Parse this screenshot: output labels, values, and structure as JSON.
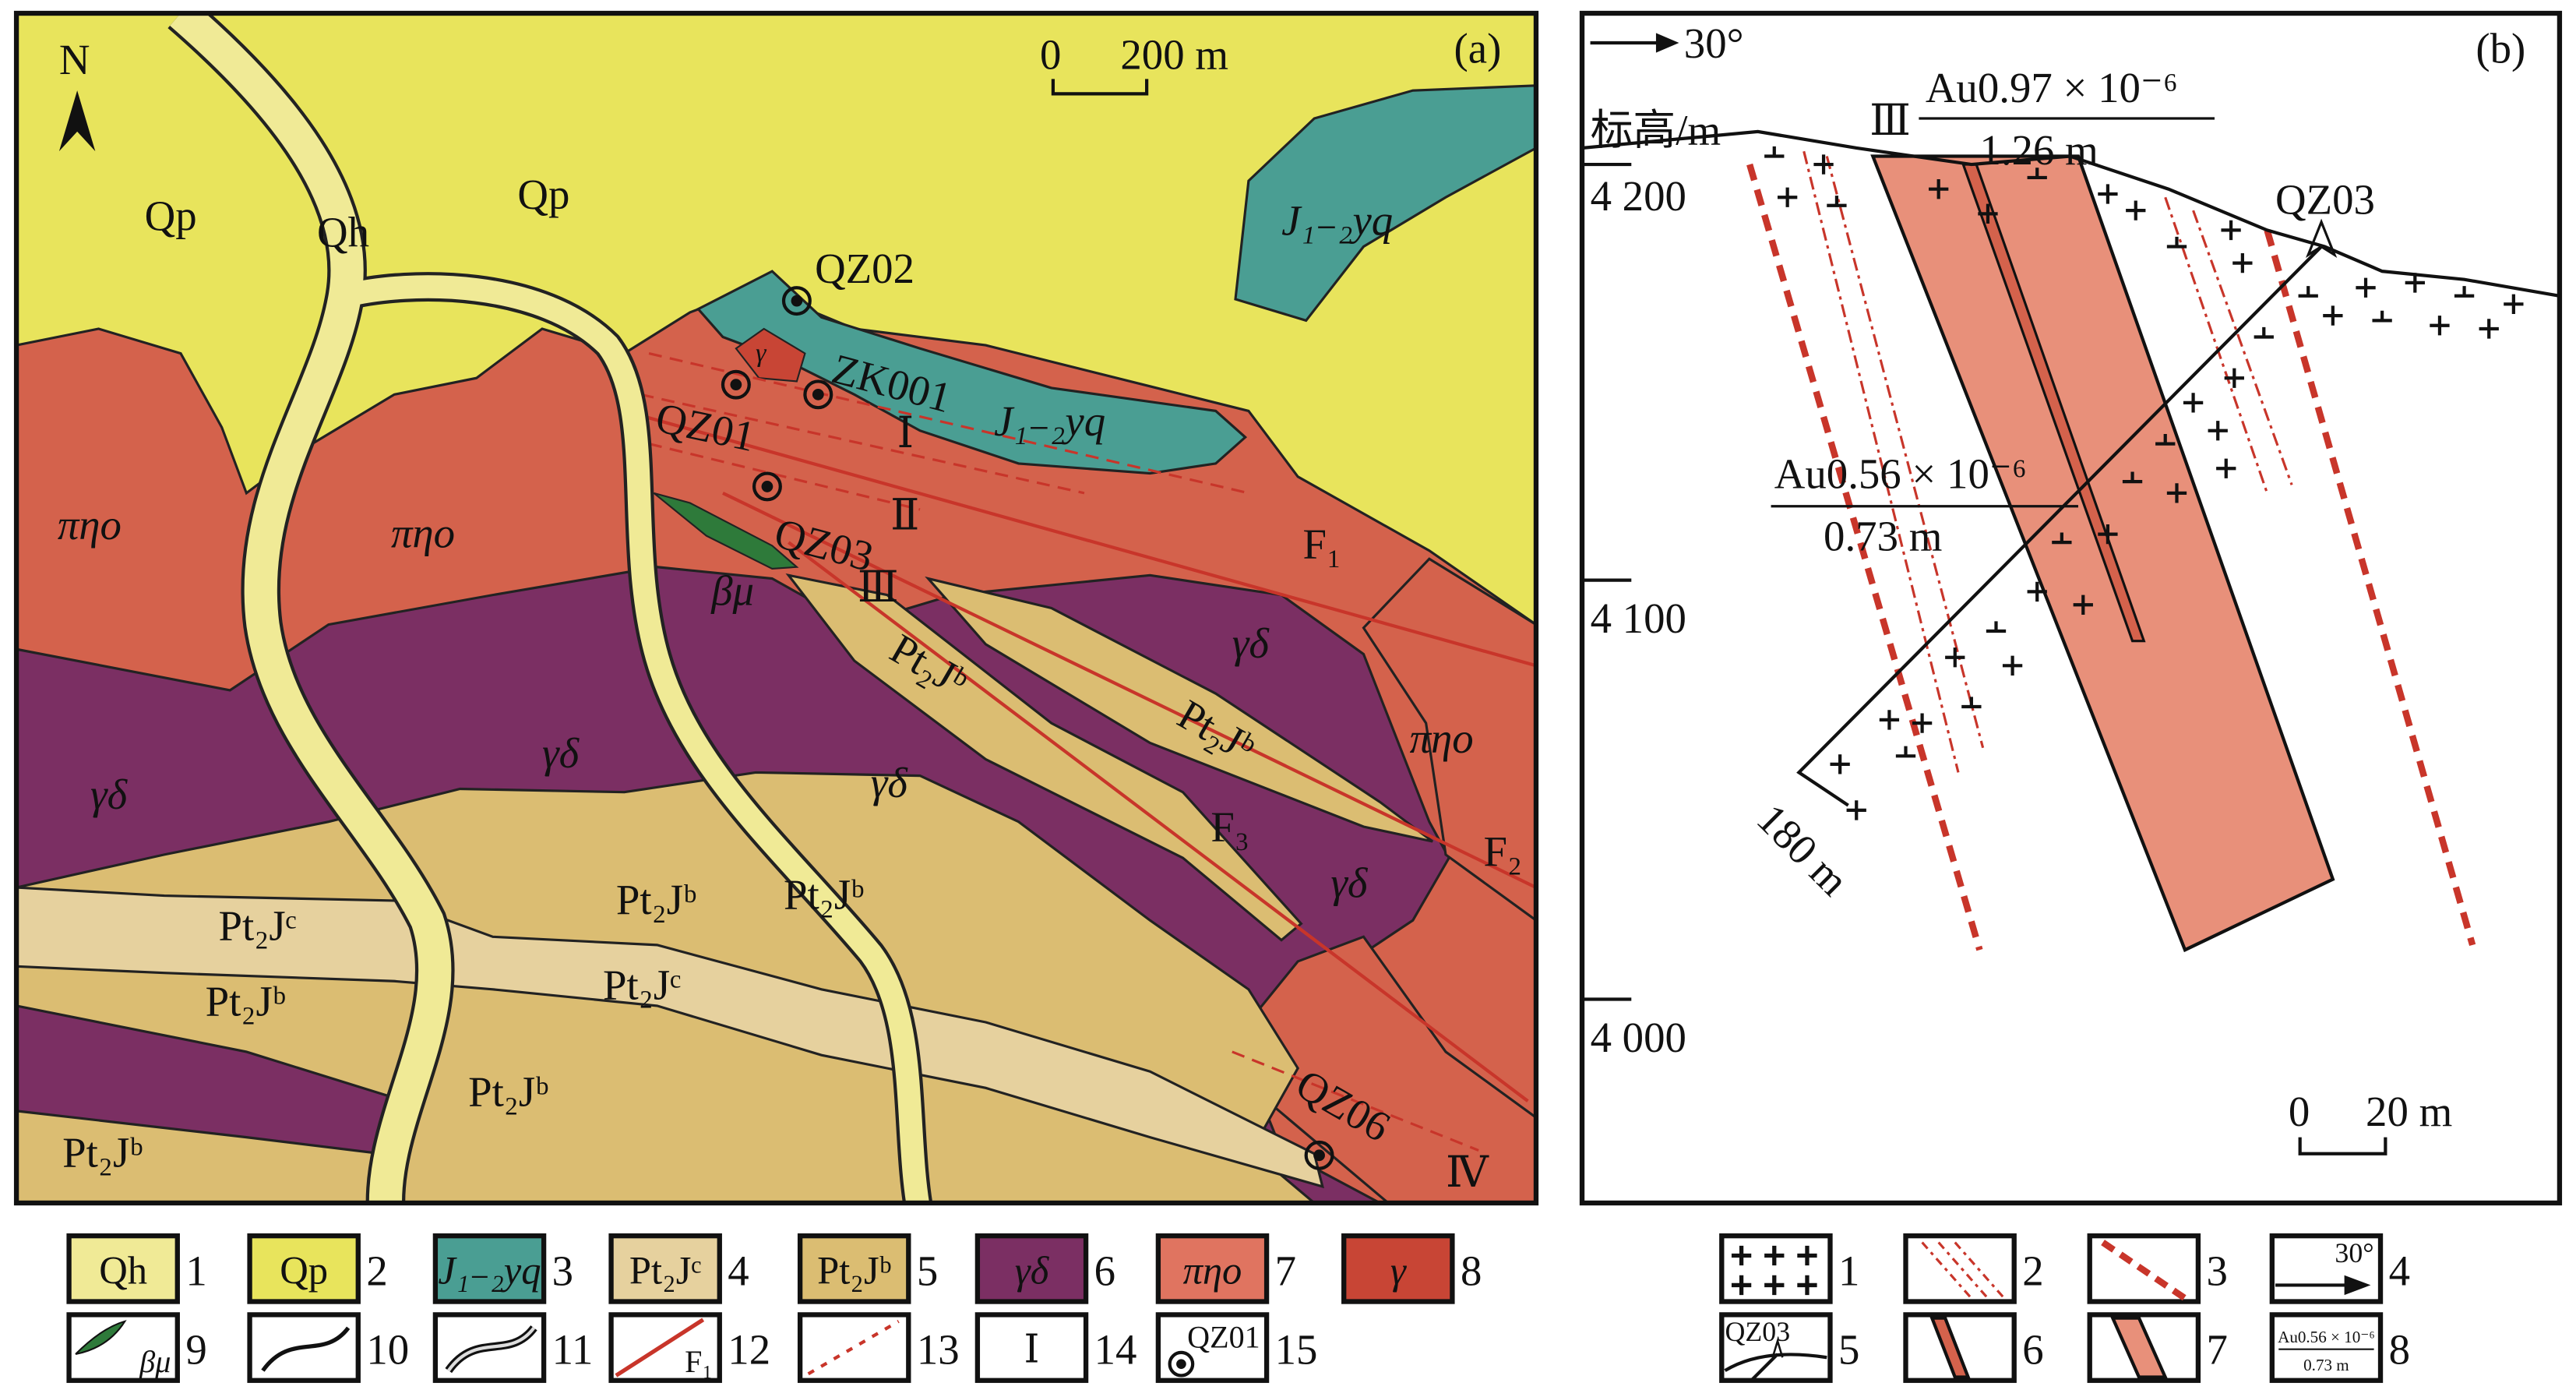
{
  "panel_a": {
    "tag": "(a)",
    "north": "N",
    "scale_zero": "0",
    "scale_length": "200 m",
    "labels": [
      "Qp",
      "Qh",
      "Qp",
      "QZ02",
      "ZK001",
      "QZ01",
      "J₁₋₂yq",
      "J₁₋₂yq",
      "Ⅰ",
      "Ⅱ",
      "QZ03",
      "Ⅲ",
      "βμ",
      "πηο",
      "πηο",
      "F₁",
      "γδ",
      "Pt₂Jᵇ",
      "Pt₂Jᵇ",
      "πηο",
      "γδ",
      "γδ",
      "γδ",
      "F₃",
      "γδ",
      "F₂",
      "Pt₂Jᵇ",
      "Pt₂Jᵇ",
      "Pt₂Jᶜ",
      "Pt₂Jᶜ",
      "Pt₂Jᵇ",
      "Pt₂Jᵇ",
      "Pt₂Jᵇ",
      "QZ06",
      "Ⅳ",
      "γ"
    ]
  },
  "panel_b": {
    "tag": "(b)",
    "azimuth": "30°",
    "elevation_label": "标高/m",
    "elevations": [
      "4 200",
      "4 100",
      "4 000"
    ],
    "orebody": "Ⅲ",
    "assay_1": {
      "grade": "Au0.97 × 10⁻⁶",
      "thickness": "1.26 m"
    },
    "assay_2": {
      "grade": "Au0.56 × 10⁻⁶",
      "thickness": "0.73 m"
    },
    "drill": "QZ03",
    "depth": "180 m",
    "scale_zero": "0",
    "scale_length": "20 m"
  },
  "legend_a": [
    {
      "num": "1",
      "label": "Qh",
      "color": "#f0ea96"
    },
    {
      "num": "2",
      "label": "Qp",
      "color": "#e8e45c"
    },
    {
      "num": "3",
      "label": "J₁₋₂yq",
      "color": "#4a9e93"
    },
    {
      "num": "4",
      "label": "Pt₂Jᶜ",
      "color": "#e6d19e"
    },
    {
      "num": "5",
      "label": "Pt₂Jᵇ",
      "color": "#dbbd72"
    },
    {
      "num": "6",
      "label": "γδ",
      "color": "#7b2f63"
    },
    {
      "num": "7",
      "label": "πηο",
      "color": "#e07460"
    },
    {
      "num": "8",
      "label": "γ",
      "color": "#c84535"
    },
    {
      "num": "9",
      "label": "βμ"
    },
    {
      "num": "10"
    },
    {
      "num": "11"
    },
    {
      "num": "12",
      "label": "F₁"
    },
    {
      "num": "13"
    },
    {
      "num": "14",
      "label": "Ⅰ"
    },
    {
      "num": "15",
      "label": "QZ01"
    }
  ],
  "legend_b": [
    {
      "num": "1"
    },
    {
      "num": "2"
    },
    {
      "num": "3"
    },
    {
      "num": "4",
      "label": "30°"
    },
    {
      "num": "5",
      "label": "QZ03"
    },
    {
      "num": "6"
    },
    {
      "num": "7"
    },
    {
      "num": "8",
      "grade": "Au0.56 × 10⁻⁶",
      "thickness": "0.73 m"
    }
  ],
  "colors": {
    "qp": "#e8e45c",
    "qh": "#f0ea96",
    "teal": "#4a9e93",
    "pno": "#d4624c",
    "gd": "#7b2f63",
    "ptb": "#dbbd72",
    "ptc": "#e6d19e",
    "fault": "#c8352a",
    "ore": "#e8907a"
  }
}
